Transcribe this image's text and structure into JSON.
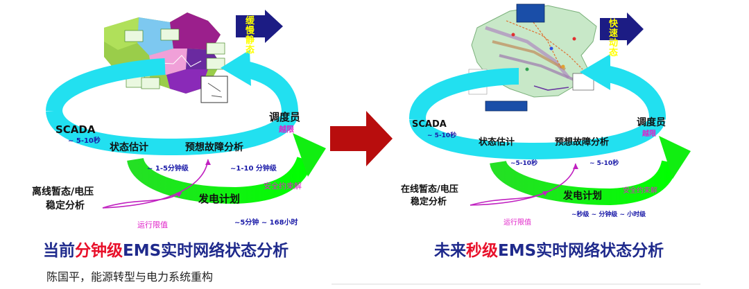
{
  "left": {
    "badge": "缓慢静态",
    "labels": {
      "scada": "SCADA",
      "scada_time": "~ 5-10秒",
      "state_est": "状态估计",
      "contingency": "预想故障分析",
      "dispatcher": "调度员",
      "violation": "越限",
      "time_a": "~ 1-5分钟级",
      "time_b": "~1-10 分钟级",
      "security_constrained": "安全约束解",
      "offline_line1": "离线暂态/电压",
      "offline_line2": "稳定分析",
      "gen_schedule": "发电计划",
      "limits": "运行限值",
      "time_c": "~5分钟 ~ 168小时"
    },
    "title_pre": "当前",
    "title_highlight": "分钟级",
    "title_post": "EMS实时网络状态分析"
  },
  "right": {
    "badge": "快速动态",
    "labels": {
      "scada": "SCADA",
      "scada_time": "~ 5-10秒",
      "state_est": "状态估计",
      "contingency": "预想故障分析",
      "dispatcher": "调度员",
      "violation": "越限",
      "time_a": "~5-10秒",
      "time_b": "~ 5-10秒",
      "security_constrained": "安全约束解",
      "online_line1": "在线暂态/电压",
      "online_line2": "稳定分析",
      "gen_schedule": "发电计划",
      "limits": "运行限值",
      "time_c": "~秒级 ~ 分钟级 ~ 小时级"
    },
    "title_pre": "未来",
    "title_highlight": "秒级",
    "title_post": "EMS实时网络状态分析"
  },
  "credit": "陈国平，能源转型与电力系统重构",
  "colors": {
    "cyan_arrow": "#22e0f0",
    "green_arrow": "#22ee22",
    "center_arrow": "#b80d0d",
    "badge_arrow": "#1c1c84",
    "badge_text": "#ffff00",
    "title_blue": "#1f2a8c",
    "title_red": "#e8102a"
  }
}
